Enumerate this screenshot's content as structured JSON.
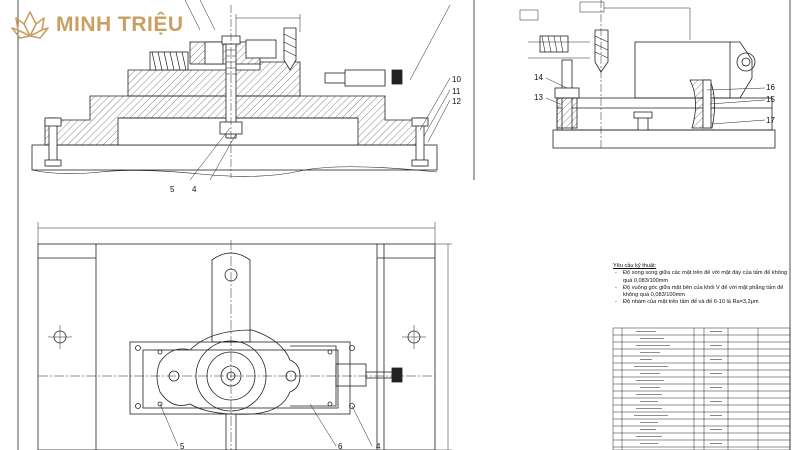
{
  "brand": {
    "name": "MINH TRIỆU",
    "color": "#c9a061"
  },
  "part_numbers": {
    "n4": "4",
    "n5": "5",
    "n10": "10",
    "n11": "11",
    "n12": "12",
    "n13": "13",
    "n14": "14",
    "n15": "15",
    "n16": "16",
    "n17": "17",
    "n5_bottom": "5",
    "n6_bottom": "6",
    "n4_bottom": "4"
  },
  "requirements": {
    "title": "Yêu cầu kỹ thuật:",
    "items": [
      "Độ song song giữa các mặt trên đế với mặt đáy của tấm đế không quá 0,083/100mm",
      "Độ vuông góc giữa mặt bên của khối V đế với mặt phẳng tấm đế không quá 0,083/100mm",
      "Độ nhám của mặt trên tấm đế và đế 6-10 là Ra=3,2μm"
    ]
  }
}
